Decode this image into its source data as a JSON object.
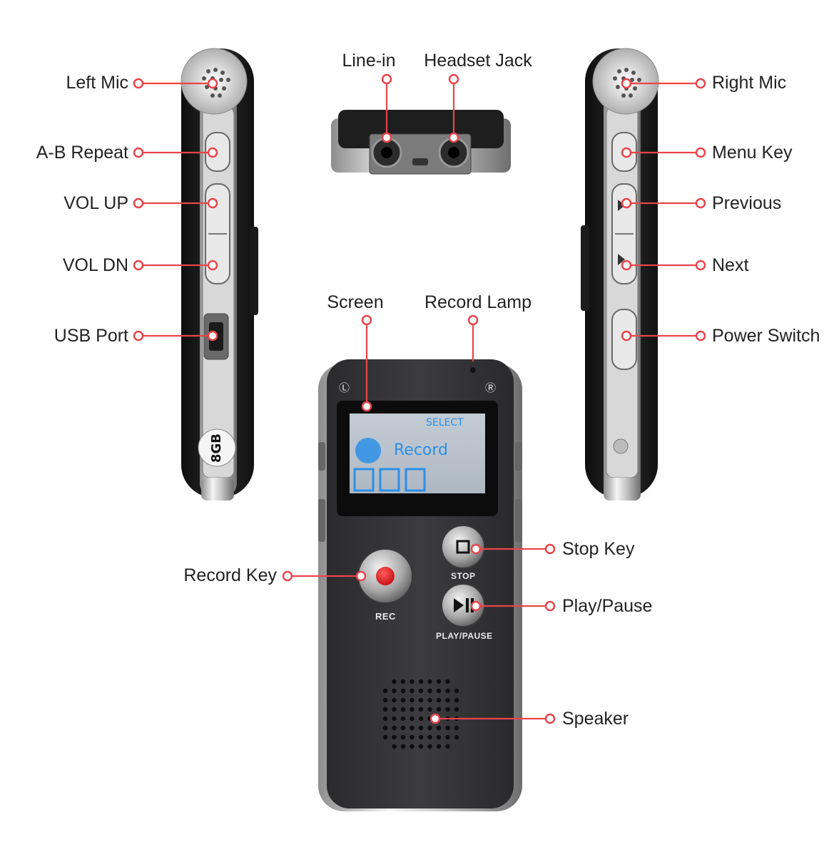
{
  "accent_color": "#e8454b",
  "callouts": {
    "left_side": [
      "Left Mic",
      "A-B Repeat",
      "VOL UP",
      "VOL DN",
      "USB Port"
    ],
    "right_side": [
      "Right Mic",
      "Menu Key",
      "Previous",
      "Next",
      "Power Switch"
    ],
    "top": [
      "Line-in",
      "Headset Jack"
    ],
    "front_top": [
      "Screen",
      "Record Lamp"
    ],
    "front_left": [
      "Record Key"
    ],
    "front_right": [
      "Stop Key",
      "Play/Pause",
      "Speaker"
    ]
  },
  "device": {
    "capacity": "8GB",
    "screen": {
      "select_text": "SELECT",
      "mode_text": "Record"
    },
    "keys": {
      "rec": "REC",
      "stop": "STOP",
      "play_pause": "PLAY/PAUSE"
    },
    "channel_marks": {
      "left": "Ⓛ",
      "right": "Ⓡ"
    }
  }
}
